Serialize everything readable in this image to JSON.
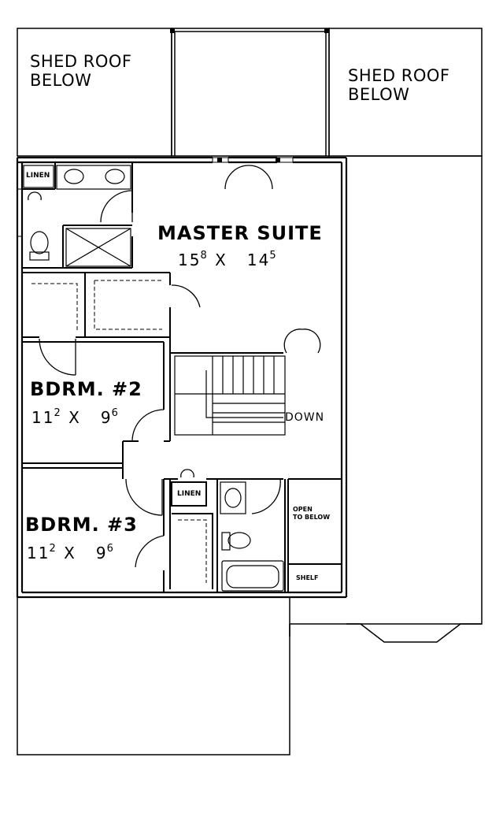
{
  "roof_labels": {
    "left": [
      "SHED ROOF",
      "BELOW"
    ],
    "right": [
      "SHED ROOF",
      "BELOW"
    ]
  },
  "rooms": {
    "master": {
      "name": "MASTER SUITE",
      "w_ft": "15",
      "w_in": "8",
      "x": "X",
      "d_ft": "14",
      "d_in": "5"
    },
    "bdrm2": {
      "name": "BDRM. #2",
      "w_ft": "11",
      "w_in": "2",
      "x": "X",
      "d_ft": "9",
      "d_in": "6"
    },
    "bdrm3": {
      "name": "BDRM. #3",
      "w_ft": "11",
      "w_in": "2",
      "x": "X",
      "d_ft": "9",
      "d_in": "6"
    }
  },
  "labels": {
    "linen_master": "LINEN",
    "linen_hall": "LINEN",
    "down": "DOWN",
    "open_to_below": [
      "OPEN",
      "TO BELOW"
    ],
    "shelf": "SHELF"
  }
}
